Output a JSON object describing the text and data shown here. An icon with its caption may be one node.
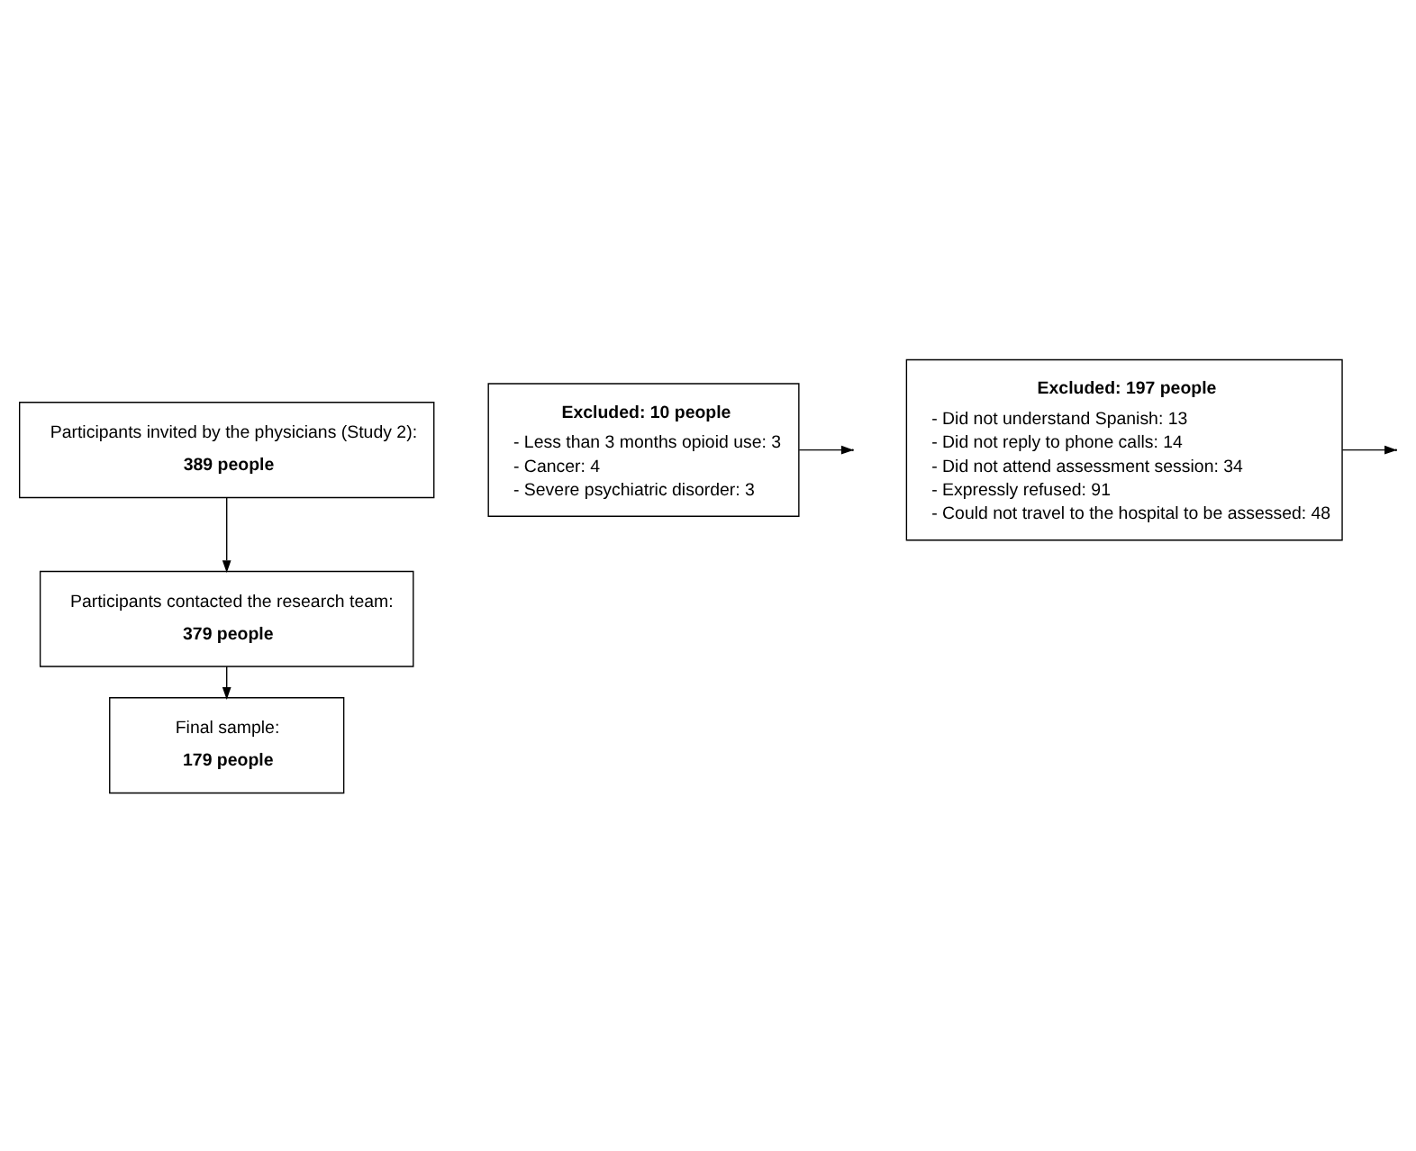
{
  "diagram": {
    "nodes": [
      {
        "text": [
          "Participants invited by the physicians (Study 2):",
          "389 people"
        ]
      },
      {
        "text": [
          "Excluded: 10 people",
          "- Less than 3 months opioid use: 3",
          "- Cancer: 4",
          "- Severe psychiatric disorder: 3"
        ]
      },
      {
        "text": [
          "Participants contacted the research team:",
          "379 people"
        ]
      },
      {
        "text": [
          "Excluded: 197 people",
          "- Did not understand Spanish: 13",
          "- Did not reply to phone calls: 14",
          "- Did not attend assessment session: 34",
          "- Expressly refused: 91",
          "- Could not travel to the hospital to be assessed: 48"
        ]
      },
      {
        "text": [
          "Final sample:",
          "179 people"
        ]
      }
    ],
    "edges": [
      {
        "from": 0,
        "to": 2,
        "arrow": "to"
      },
      {
        "from": 1,
        "to": null,
        "arrow": "to"
      },
      {
        "from": 2,
        "to": 4,
        "arrow": "to"
      },
      {
        "from": 3,
        "to": null,
        "arrow": "to"
      }
    ]
  }
}
